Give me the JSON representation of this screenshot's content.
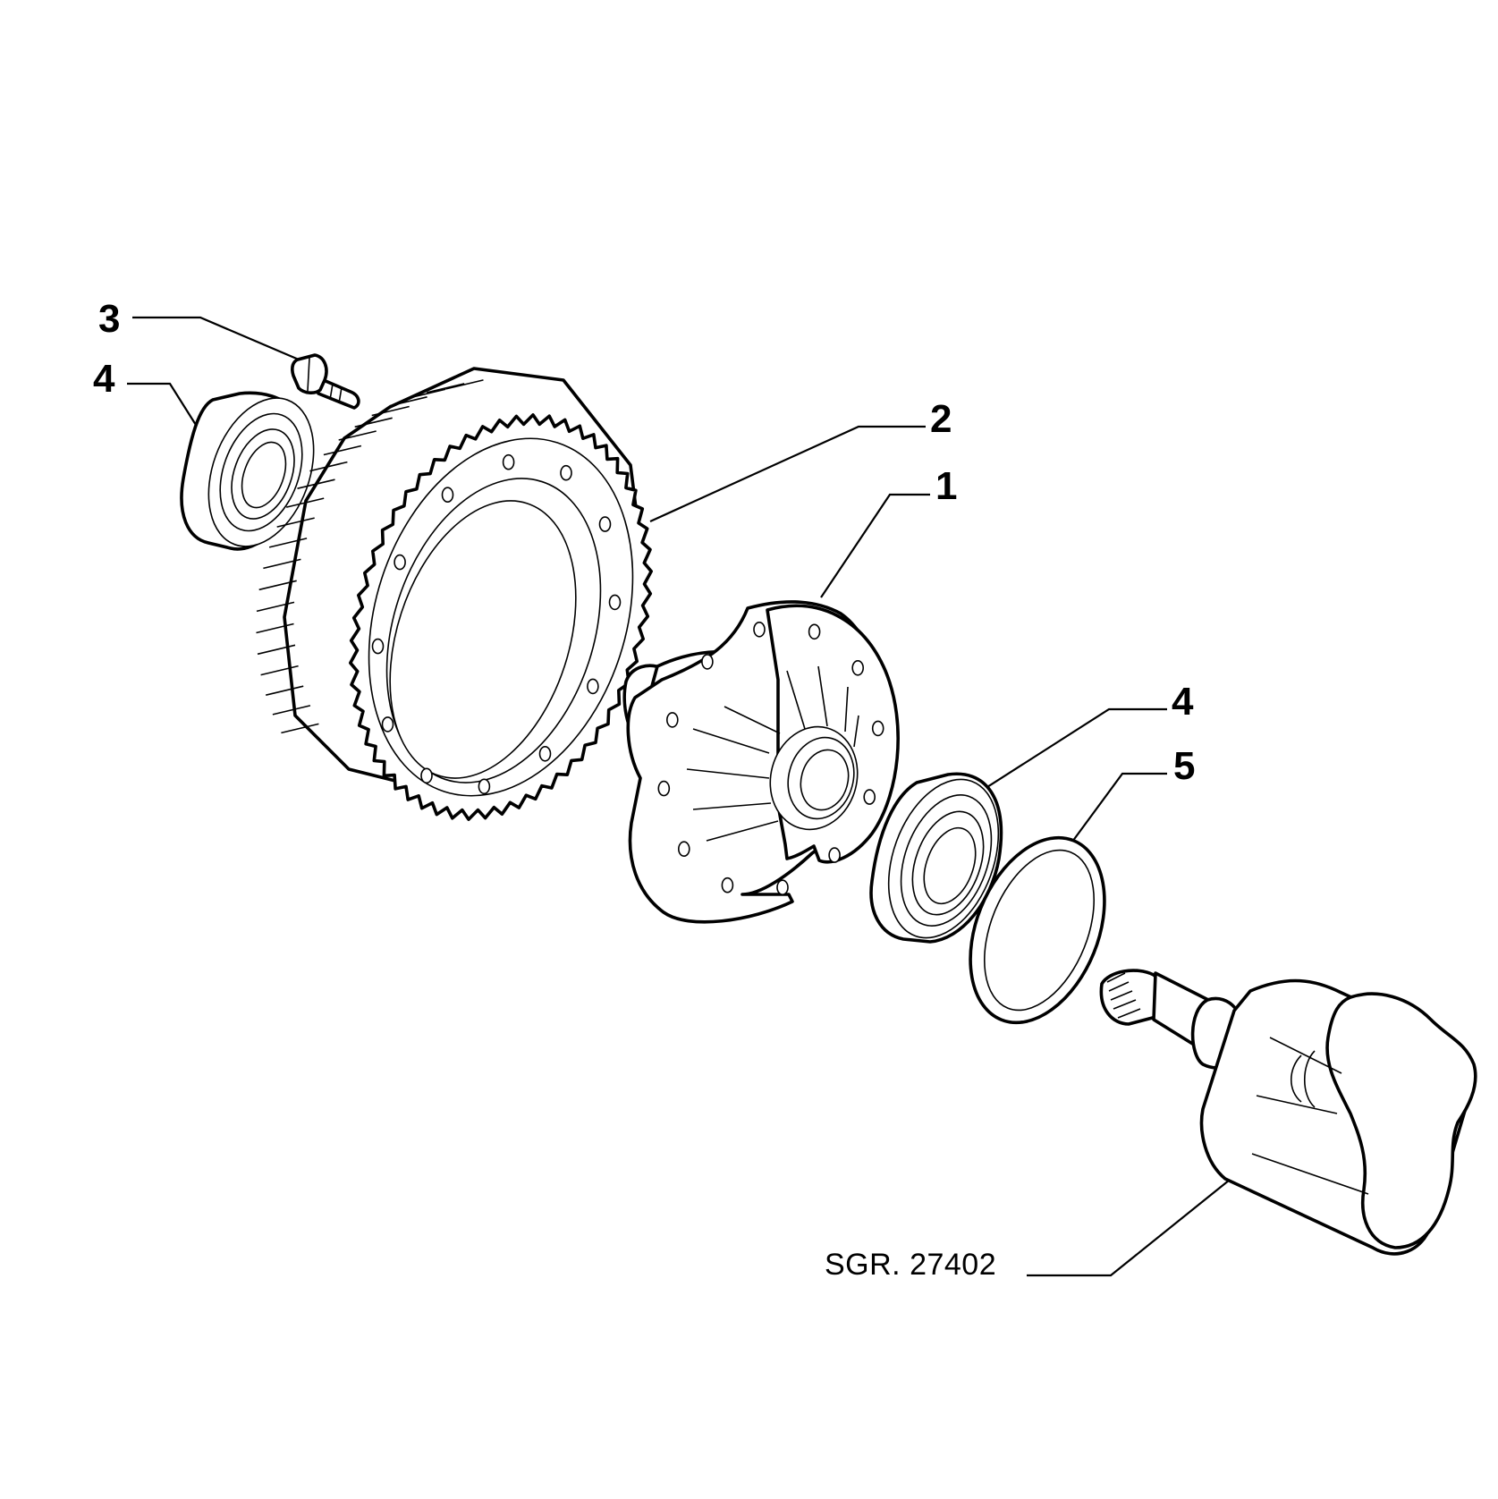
{
  "callouts": {
    "c3": "3",
    "c4a": "4",
    "c2": "2",
    "c1": "1",
    "c4b": "4",
    "c5": "5"
  },
  "reference": "SGR. 27402"
}
